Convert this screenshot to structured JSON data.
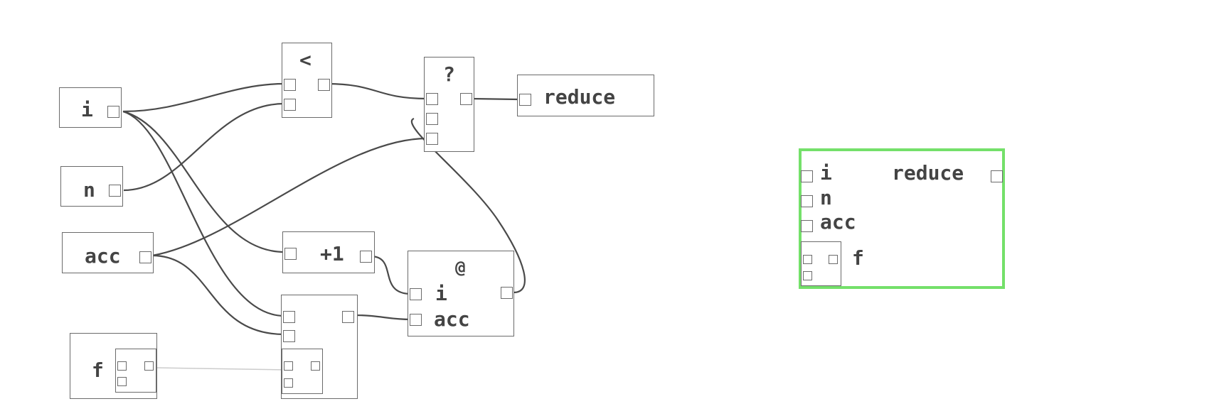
{
  "inputs": {
    "i": "i",
    "n": "n",
    "acc": "acc",
    "f": "f"
  },
  "ops": {
    "less_than": "<",
    "conditional": "?",
    "increment": "+1",
    "recurse": "@",
    "recurse_port_i": "i",
    "recurse_port_acc": "acc"
  },
  "output": {
    "reduce": "reduce"
  },
  "preview": {
    "inputs": [
      "i",
      "n",
      "acc"
    ],
    "output": "reduce",
    "function_input": "f"
  },
  "colors": {
    "wire": "#4a4a4a",
    "function_wire": "#cccccc",
    "node_border": "#6b6b6b",
    "preview_border": "#74e06a",
    "text": "#444444"
  }
}
